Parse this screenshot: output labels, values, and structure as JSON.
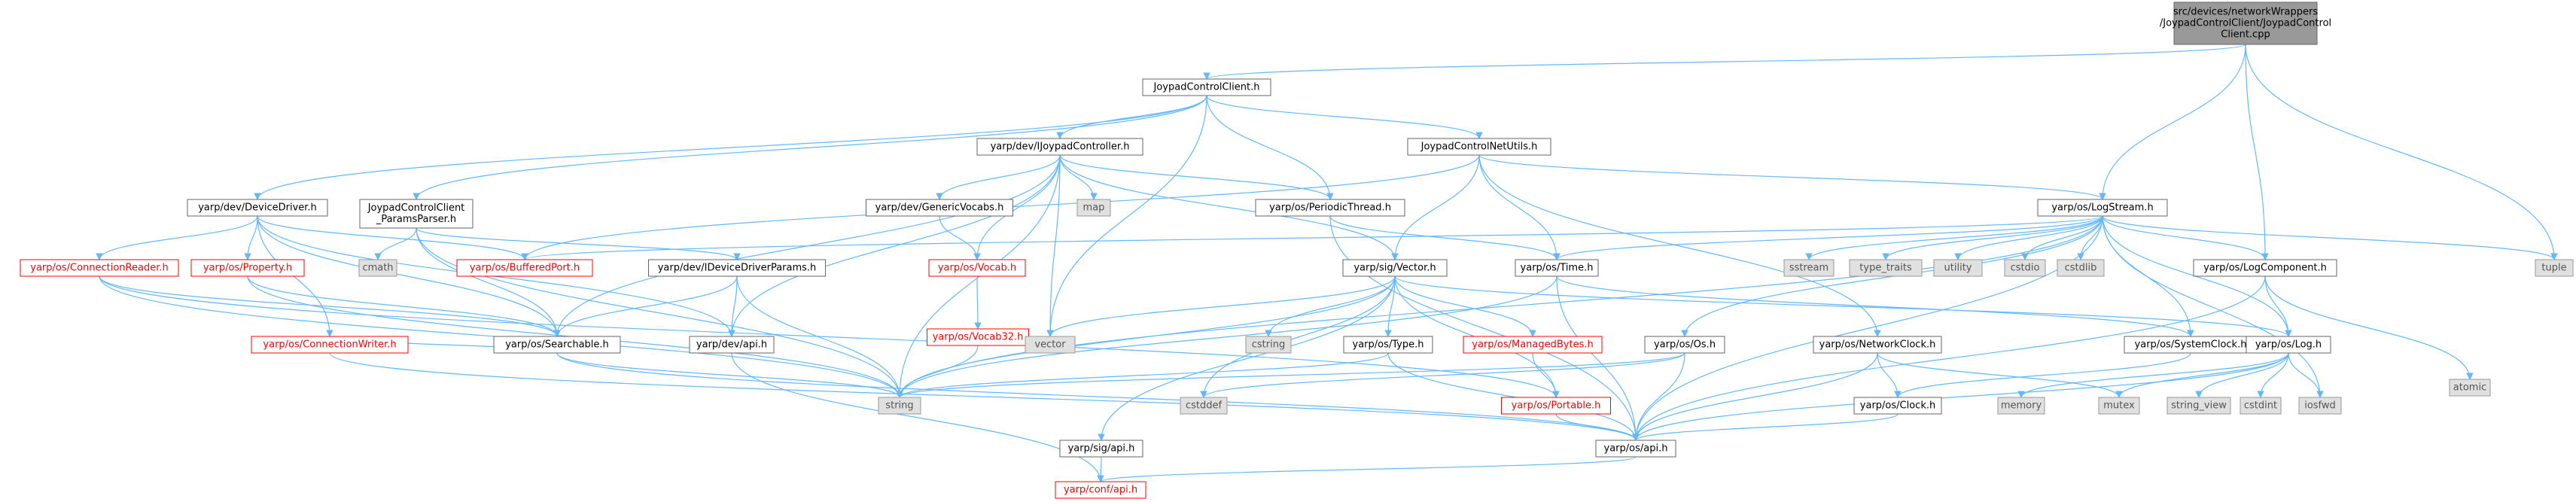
{
  "colors": {
    "edge": "#63b8ff",
    "root_fill": "#999999",
    "normal_fill": "#ffffff",
    "normal_border": "#666666",
    "normal_text": "#000000",
    "truncated_border": "#ff0000",
    "truncated_text": "#ff0000",
    "external_fill": "#e0e0e0",
    "external_border": "#999999",
    "external_text": "#555555"
  },
  "nodes": [
    {
      "id": "root",
      "kind": "root",
      "lines": [
        "src/devices/networkWrappers",
        "/JoypadControlClient/JoypadControl",
        "Client.cpp"
      ]
    },
    {
      "id": "jcc_h",
      "kind": "normal",
      "lines": [
        "JoypadControlClient.h"
      ]
    },
    {
      "id": "ijoy",
      "kind": "normal",
      "lines": [
        "yarp/dev/IJoypadController.h"
      ]
    },
    {
      "id": "jcnu",
      "kind": "normal",
      "lines": [
        "JoypadControlNetUtils.h"
      ]
    },
    {
      "id": "devdriver",
      "kind": "normal",
      "lines": [
        "yarp/dev/DeviceDriver.h"
      ]
    },
    {
      "id": "params",
      "kind": "normal",
      "lines": [
        "JoypadControlClient",
        "_ParamsParser.h"
      ]
    },
    {
      "id": "genvocabs",
      "kind": "normal",
      "lines": [
        "yarp/dev/GenericVocabs.h"
      ]
    },
    {
      "id": "map",
      "kind": "external",
      "lines": [
        "map"
      ]
    },
    {
      "id": "periodic",
      "kind": "normal",
      "lines": [
        "yarp/os/PeriodicThread.h"
      ]
    },
    {
      "id": "logstream",
      "kind": "normal",
      "lines": [
        "yarp/os/LogStream.h"
      ]
    },
    {
      "id": "connreader",
      "kind": "truncated",
      "lines": [
        "yarp/os/ConnectionReader.h"
      ]
    },
    {
      "id": "property",
      "kind": "truncated",
      "lines": [
        "yarp/os/Property.h"
      ]
    },
    {
      "id": "cmath",
      "kind": "external",
      "lines": [
        "cmath"
      ]
    },
    {
      "id": "bufport",
      "kind": "truncated",
      "lines": [
        "yarp/os/BufferedPort.h"
      ]
    },
    {
      "id": "idevparams",
      "kind": "normal",
      "lines": [
        "yarp/dev/IDeviceDriverParams.h"
      ]
    },
    {
      "id": "vocab",
      "kind": "truncated",
      "lines": [
        "yarp/os/Vocab.h"
      ]
    },
    {
      "id": "sigvector",
      "kind": "normal",
      "lines": [
        "yarp/sig/Vector.h"
      ]
    },
    {
      "id": "ostime",
      "kind": "normal",
      "lines": [
        "yarp/os/Time.h"
      ]
    },
    {
      "id": "sstream",
      "kind": "external",
      "lines": [
        "sstream"
      ]
    },
    {
      "id": "typetraits",
      "kind": "external",
      "lines": [
        "type_traits"
      ]
    },
    {
      "id": "utility",
      "kind": "external",
      "lines": [
        "utility"
      ]
    },
    {
      "id": "cstdio",
      "kind": "external",
      "lines": [
        "cstdio"
      ]
    },
    {
      "id": "cstdlib",
      "kind": "external",
      "lines": [
        "cstdlib"
      ]
    },
    {
      "id": "logcomp",
      "kind": "normal",
      "lines": [
        "yarp/os/LogComponent.h"
      ]
    },
    {
      "id": "tuple",
      "kind": "external",
      "lines": [
        "tuple"
      ]
    },
    {
      "id": "connwriter",
      "kind": "truncated",
      "lines": [
        "yarp/os/ConnectionWriter.h"
      ]
    },
    {
      "id": "searchable",
      "kind": "normal",
      "lines": [
        "yarp/os/Searchable.h"
      ]
    },
    {
      "id": "devapi",
      "kind": "normal",
      "lines": [
        "yarp/dev/api.h"
      ]
    },
    {
      "id": "vocab32",
      "kind": "truncated",
      "lines": [
        "yarp/os/Vocab32.h"
      ]
    },
    {
      "id": "vector",
      "kind": "external",
      "lines": [
        "vector"
      ]
    },
    {
      "id": "cstring",
      "kind": "external",
      "lines": [
        "cstring"
      ]
    },
    {
      "id": "ostype",
      "kind": "normal",
      "lines": [
        "yarp/os/Type.h"
      ]
    },
    {
      "id": "managedbytes",
      "kind": "truncated",
      "lines": [
        "yarp/os/ManagedBytes.h"
      ]
    },
    {
      "id": "osos",
      "kind": "normal",
      "lines": [
        "yarp/os/Os.h"
      ]
    },
    {
      "id": "netclock",
      "kind": "normal",
      "lines": [
        "yarp/os/NetworkClock.h"
      ]
    },
    {
      "id": "sysclock",
      "kind": "normal",
      "lines": [
        "yarp/os/SystemClock.h"
      ]
    },
    {
      "id": "oslog",
      "kind": "normal",
      "lines": [
        "yarp/os/Log.h"
      ]
    },
    {
      "id": "atomic",
      "kind": "external",
      "lines": [
        "atomic"
      ]
    },
    {
      "id": "string",
      "kind": "external",
      "lines": [
        "string"
      ]
    },
    {
      "id": "cstddef",
      "kind": "external",
      "lines": [
        "cstddef"
      ]
    },
    {
      "id": "portable",
      "kind": "truncated",
      "lines": [
        "yarp/os/Portable.h"
      ]
    },
    {
      "id": "clock",
      "kind": "normal",
      "lines": [
        "yarp/os/Clock.h"
      ]
    },
    {
      "id": "memory",
      "kind": "external",
      "lines": [
        "memory"
      ]
    },
    {
      "id": "mutex",
      "kind": "external",
      "lines": [
        "mutex"
      ]
    },
    {
      "id": "stringview",
      "kind": "external",
      "lines": [
        "string_view"
      ]
    },
    {
      "id": "cstdint",
      "kind": "external",
      "lines": [
        "cstdint"
      ]
    },
    {
      "id": "iosfwd",
      "kind": "external",
      "lines": [
        "iosfwd"
      ]
    },
    {
      "id": "sigapi",
      "kind": "normal",
      "lines": [
        "yarp/sig/api.h"
      ]
    },
    {
      "id": "osapi",
      "kind": "normal",
      "lines": [
        "yarp/os/api.h"
      ]
    },
    {
      "id": "confapi",
      "kind": "truncated",
      "lines": [
        "yarp/conf/api.h"
      ]
    }
  ],
  "edges": [
    [
      "root",
      "jcc_h"
    ],
    [
      "root",
      "logstream"
    ],
    [
      "root",
      "logcomp"
    ],
    [
      "root",
      "tuple"
    ],
    [
      "jcc_h",
      "ijoy"
    ],
    [
      "jcc_h",
      "jcnu"
    ],
    [
      "jcc_h",
      "devdriver"
    ],
    [
      "jcc_h",
      "params"
    ],
    [
      "jcc_h",
      "periodic"
    ],
    [
      "jcc_h",
      "vector"
    ],
    [
      "ijoy",
      "genvocabs"
    ],
    [
      "ijoy",
      "map"
    ],
    [
      "ijoy",
      "periodic"
    ],
    [
      "ijoy",
      "vocab"
    ],
    [
      "ijoy",
      "sigvector"
    ],
    [
      "ijoy",
      "vector"
    ],
    [
      "ijoy",
      "string"
    ],
    [
      "ijoy",
      "devapi"
    ],
    [
      "ijoy",
      "searchable"
    ],
    [
      "jcnu",
      "bufport"
    ],
    [
      "jcnu",
      "sigvector"
    ],
    [
      "jcnu",
      "ostime"
    ],
    [
      "jcnu",
      "logstream"
    ],
    [
      "jcnu",
      "netclock"
    ],
    [
      "devdriver",
      "connreader"
    ],
    [
      "devdriver",
      "property"
    ],
    [
      "devdriver",
      "bufport"
    ],
    [
      "devdriver",
      "searchable"
    ],
    [
      "devdriver",
      "devapi"
    ],
    [
      "devdriver",
      "connwriter"
    ],
    [
      "params",
      "cmath"
    ],
    [
      "params",
      "idevparams"
    ],
    [
      "params",
      "searchable"
    ],
    [
      "params",
      "string"
    ],
    [
      "genvocabs",
      "vocab"
    ],
    [
      "periodic",
      "ostime"
    ],
    [
      "periodic",
      "osapi"
    ],
    [
      "logstream",
      "ostime"
    ],
    [
      "logstream",
      "sstream"
    ],
    [
      "logstream",
      "typetraits"
    ],
    [
      "logstream",
      "utility"
    ],
    [
      "logstream",
      "cstdio"
    ],
    [
      "logstream",
      "cstdlib"
    ],
    [
      "logstream",
      "logcomp"
    ],
    [
      "logstream",
      "tuple"
    ],
    [
      "logstream",
      "oslog"
    ],
    [
      "logstream",
      "osos"
    ],
    [
      "logstream",
      "sysclock"
    ],
    [
      "logstream",
      "iosfwd"
    ],
    [
      "logstream",
      "string"
    ],
    [
      "logstream",
      "osapi"
    ],
    [
      "logstream",
      "bufport"
    ],
    [
      "connreader",
      "searchable"
    ],
    [
      "connreader",
      "string"
    ],
    [
      "connreader",
      "portable"
    ],
    [
      "property",
      "searchable"
    ],
    [
      "property",
      "string"
    ],
    [
      "idevparams",
      "searchable"
    ],
    [
      "idevparams",
      "string"
    ],
    [
      "idevparams",
      "devapi"
    ],
    [
      "vocab",
      "vocab32"
    ],
    [
      "vocab32",
      "string"
    ],
    [
      "sigvector",
      "vector"
    ],
    [
      "sigvector",
      "cstring"
    ],
    [
      "sigvector",
      "ostype"
    ],
    [
      "sigvector",
      "managedbytes"
    ],
    [
      "sigvector",
      "cstddef"
    ],
    [
      "sigvector",
      "string"
    ],
    [
      "sigvector",
      "sigapi"
    ],
    [
      "sigvector",
      "oslog"
    ],
    [
      "sigvector",
      "portable"
    ],
    [
      "ostime",
      "osapi"
    ],
    [
      "ostime",
      "sysclock"
    ],
    [
      "ostime",
      "string"
    ],
    [
      "logcomp",
      "oslog"
    ],
    [
      "logcomp",
      "atomic"
    ],
    [
      "logcomp",
      "osapi"
    ],
    [
      "connwriter",
      "searchable"
    ],
    [
      "connwriter",
      "osapi"
    ],
    [
      "searchable",
      "string"
    ],
    [
      "searchable",
      "osapi"
    ],
    [
      "devapi",
      "confapi"
    ],
    [
      "ostype",
      "string"
    ],
    [
      "ostype",
      "osapi"
    ],
    [
      "managedbytes",
      "portable"
    ],
    [
      "osos",
      "string"
    ],
    [
      "osos",
      "cstddef"
    ],
    [
      "osos",
      "osapi"
    ],
    [
      "netclock",
      "clock"
    ],
    [
      "netclock",
      "mutex"
    ],
    [
      "netclock",
      "osapi"
    ],
    [
      "sysclock",
      "clock"
    ],
    [
      "oslog",
      "cstdint"
    ],
    [
      "oslog",
      "iosfwd"
    ],
    [
      "oslog",
      "stringview"
    ],
    [
      "oslog",
      "mutex"
    ],
    [
      "oslog",
      "memory"
    ],
    [
      "oslog",
      "osapi"
    ],
    [
      "portable",
      "osapi"
    ],
    [
      "clock",
      "osapi"
    ],
    [
      "sigapi",
      "confapi"
    ],
    [
      "osapi",
      "confapi"
    ]
  ]
}
